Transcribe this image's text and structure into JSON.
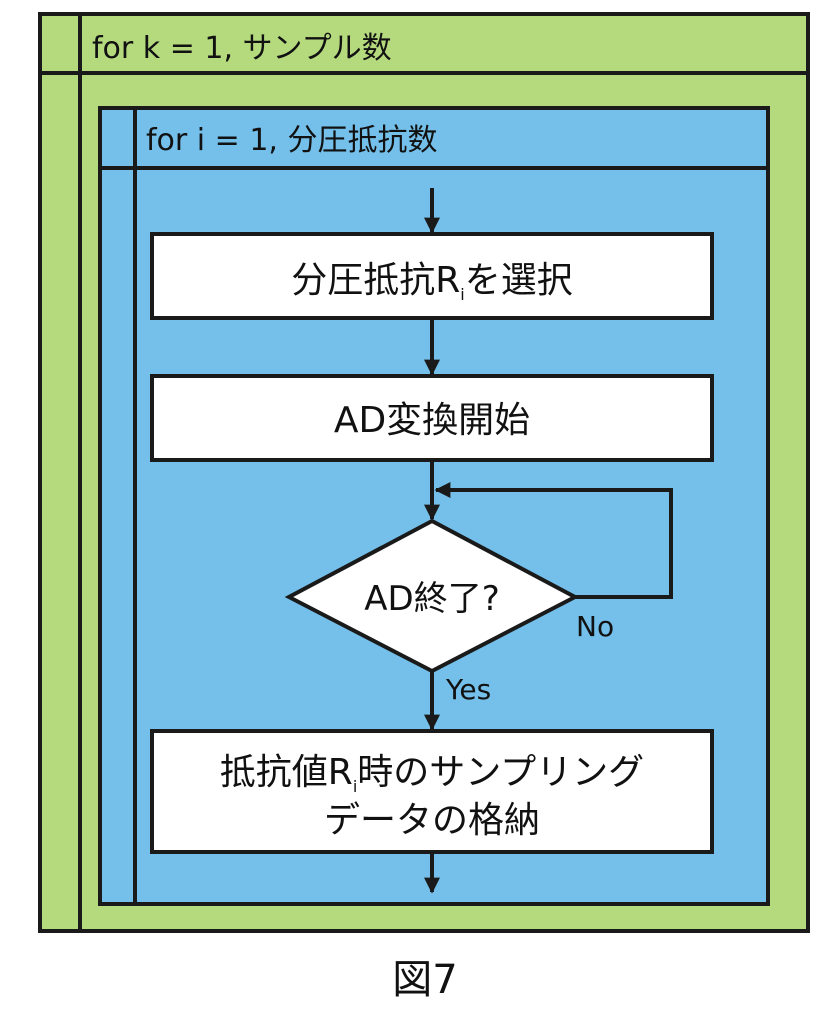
{
  "outer_loop": {
    "label": "for k = 1, サンプル数",
    "color": "#b5da7e"
  },
  "inner_loop": {
    "label": "for i = 1, 分圧抵抗数",
    "color": "#74c0ea"
  },
  "steps": {
    "select": {
      "line1": "分圧抵抗R",
      "subscript": "i",
      "line2": "を選択"
    },
    "start_ad": "AD変換開始",
    "decision": "AD終了?",
    "store": {
      "line1_a": "抵抗値R",
      "subscript": "i",
      "line1_b": "時のサンプリング",
      "line2": "データの格納"
    }
  },
  "branch_labels": {
    "no": "No",
    "yes": "Yes"
  },
  "caption": "図7"
}
